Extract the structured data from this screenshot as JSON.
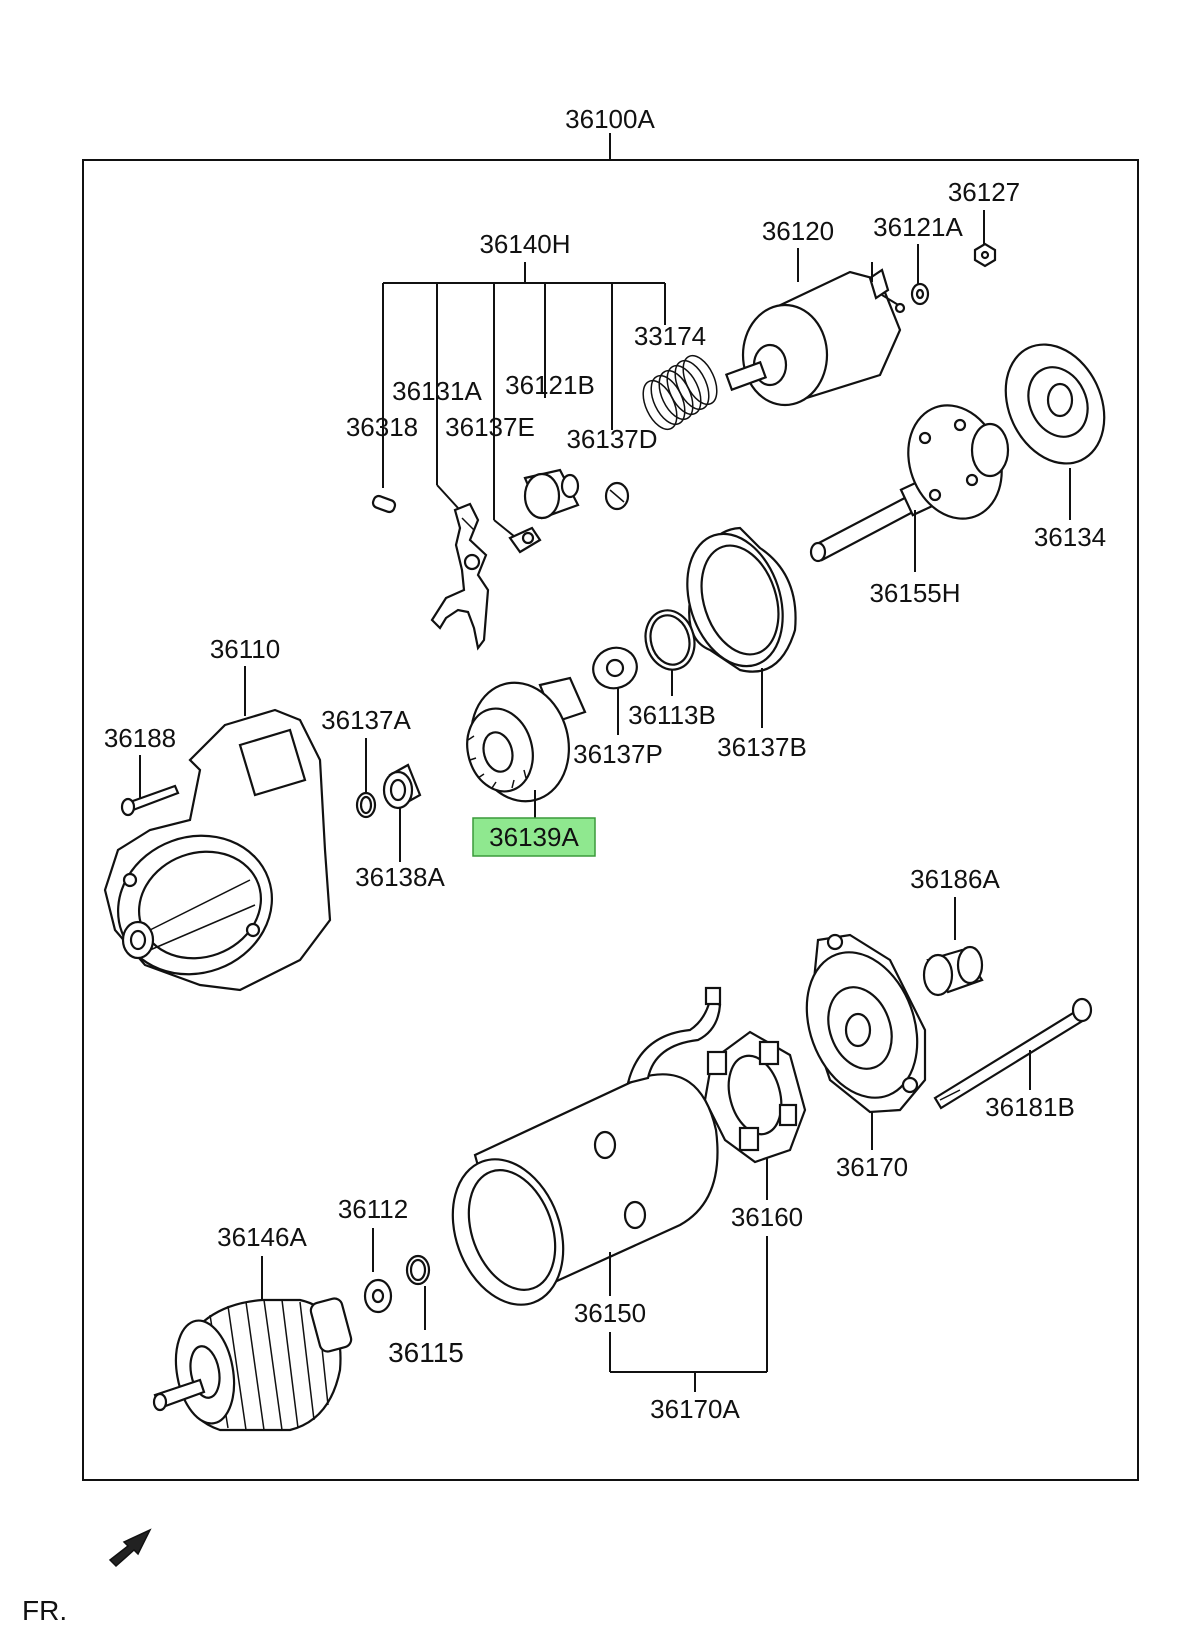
{
  "diagram": {
    "assembly_label": "36100A",
    "highlight_color": "#8fe88f",
    "labels": {
      "p36140H": "36140H",
      "p36120": "36120",
      "p36121A": "36121A",
      "p36127": "36127",
      "p33174": "33174",
      "p36131A": "36131A",
      "p36121B": "36121B",
      "p36318": "36318",
      "p36137E": "36137E",
      "p36137D": "36137D",
      "p36134": "36134",
      "p36155H": "36155H",
      "p36110": "36110",
      "p36188": "36188",
      "p36137A": "36137A",
      "p36138A": "36138A",
      "p36139A": "36139A",
      "p36137P": "36137P",
      "p36113B": "36113B",
      "p36137B": "36137B",
      "p36186A": "36186A",
      "p36181B": "36181B",
      "p36170": "36170",
      "p36160": "36160",
      "p36150": "36150",
      "p36170A": "36170A",
      "p36112": "36112",
      "p36115": "36115",
      "p36146A": "36146A"
    },
    "front_label": "FR."
  }
}
